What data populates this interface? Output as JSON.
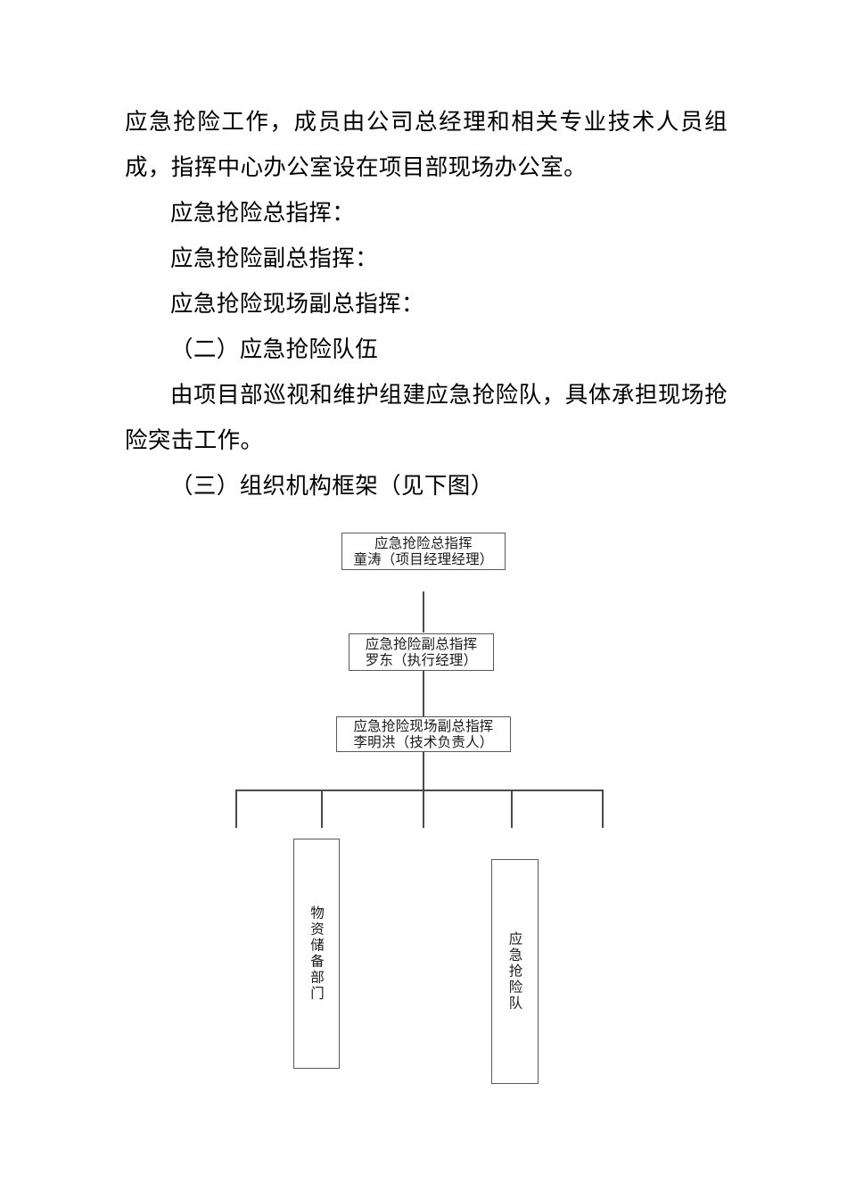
{
  "document": {
    "paragraphs": [
      {
        "id": "p1",
        "indent": false,
        "text": "应急抢险工作，成员由公司总经理和相关专业技术人员组成，指挥中心办公室设在项目部现场办公室。"
      },
      {
        "id": "p2",
        "indent": true,
        "text": "应急抢险总指挥："
      },
      {
        "id": "p3",
        "indent": true,
        "text": "应急抢险副总指挥："
      },
      {
        "id": "p4",
        "indent": true,
        "text": "应急抢险现场副总指挥："
      },
      {
        "id": "p5",
        "indent": true,
        "text": "（二）应急抢险队伍"
      },
      {
        "id": "p6",
        "indent": true,
        "text": "由项目部巡视和维护组建应急抢险队，具体承担现场抢险突击工作。"
      },
      {
        "id": "p7",
        "indent": true,
        "text": "（三）组织机构框架（见下图）"
      }
    ]
  },
  "org_chart": {
    "nodes": {
      "commander": {
        "title": "应急抢险总指挥",
        "person": "童涛（项目经理经理）",
        "text": "应急抢险总指挥\n童涛（项目经理经理）"
      },
      "deputy_commander": {
        "title": "应急抢险副总指挥",
        "person": "罗东（执行经理）",
        "text": "应急抢险副总指挥\n罗东（执行经理）"
      },
      "site_deputy_commander": {
        "title": "应急抢险现场副总指挥",
        "person": "李明洪（技术负责人）",
        "text": "应急抢险现场副总指挥\n李明洪（技术负责人）"
      },
      "materials_department": {
        "text": "物资储备部门"
      },
      "rescue_team": {
        "text": "应急抢险队"
      }
    }
  }
}
